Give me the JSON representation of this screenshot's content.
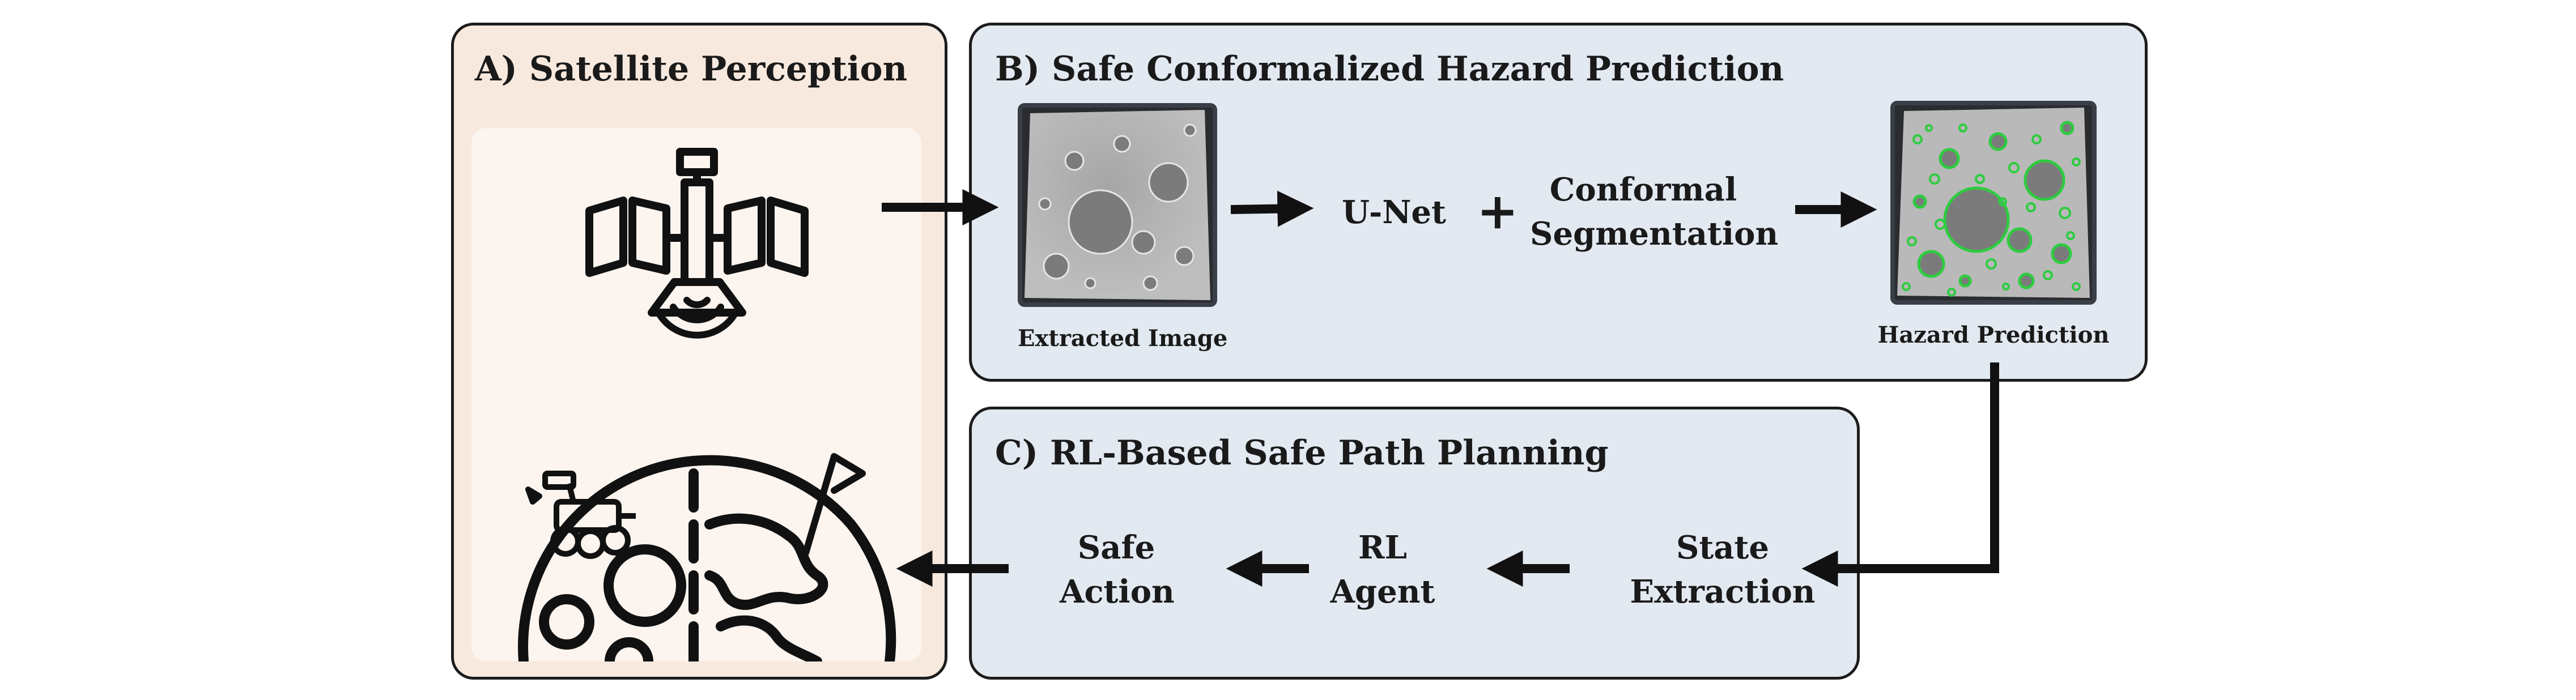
{
  "panels": {
    "a": {
      "title": "A) Satellite Perception"
    },
    "b": {
      "title": "B) Safe Conformalized Hazard Prediction"
    },
    "c": {
      "title": "C) RL-Based Safe Path Planning"
    }
  },
  "pipeline_b": {
    "extracted_caption": "Extracted Image",
    "unet": "U-Net",
    "plus": "+",
    "conformal_line1": "Conformal",
    "conformal_line2": "Segmentation",
    "hazard_caption": "Hazard Prediction"
  },
  "pipeline_c": {
    "state_line1": "State",
    "state_line2": "Extraction",
    "rl_line1": "RL",
    "rl_line2": "Agent",
    "action_line1": "Safe",
    "action_line2": "Action"
  },
  "icons": [
    "satellite-icon",
    "signal-waves-icon",
    "planet-icon",
    "rover-icon",
    "flag-icon"
  ],
  "colors": {
    "panel_a_bg": "#f7e9de",
    "panel_bc_bg": "#e3e9f1",
    "hazard_outline": "#2ecc40",
    "stroke": "#111111"
  }
}
